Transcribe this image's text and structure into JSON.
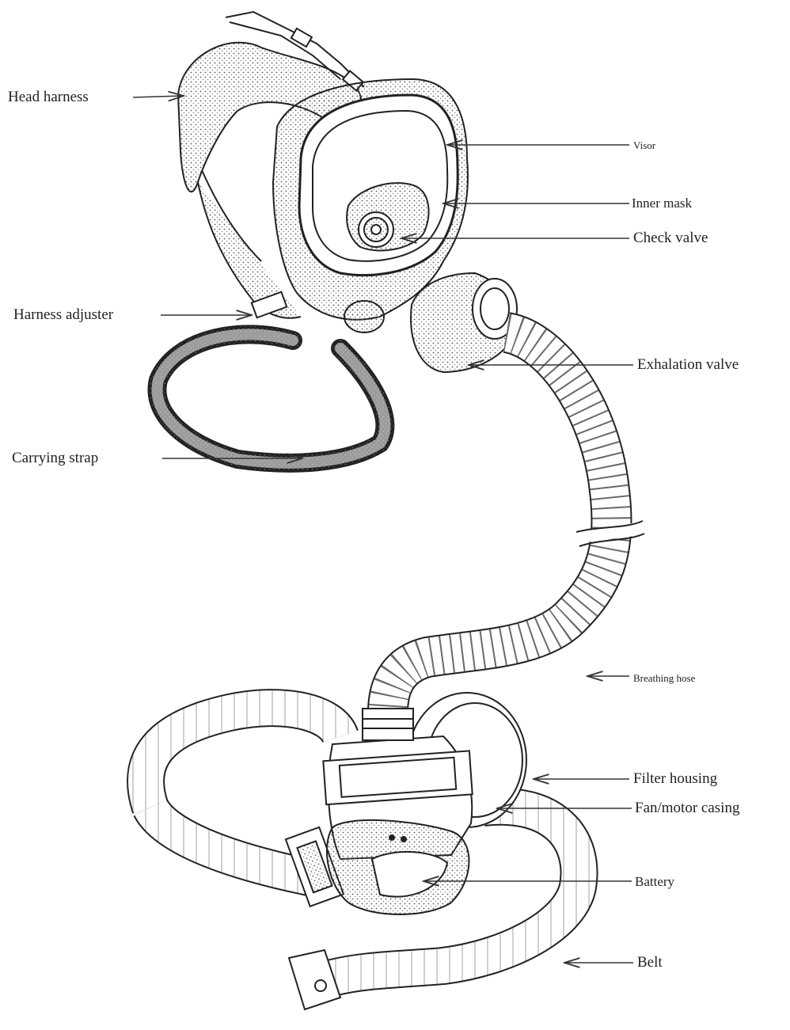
{
  "labels": {
    "head_harness": "Head harness",
    "visor": "Visor",
    "inner_mask": "Inner mask",
    "check_valve": "Check valve",
    "harness_adjuster": "Harness adjuster",
    "exhalation_valve": "Exhalation valve",
    "carrying_strap": "Carrying strap",
    "breathing_hose": "Breathing hose",
    "filter_housing": "Filter housing",
    "fan_motor_casing": "Fan/motor casing",
    "battery": "Battery",
    "belt": "Belt"
  },
  "colors": {
    "ink": "#222222",
    "stipple": "#555555",
    "paper": "#ffffff"
  }
}
